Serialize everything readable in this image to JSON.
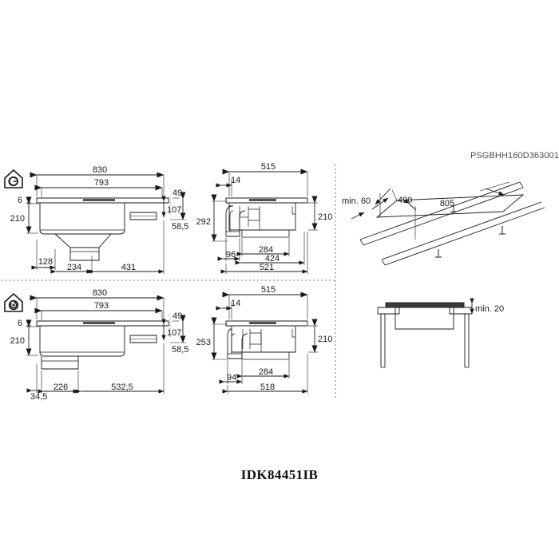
{
  "document": {
    "code": "PSGBHH160D363001",
    "model": "IDK84451IB"
  },
  "views": {
    "top_left": {
      "name": "front-section-ducted",
      "icon": "house-duct-out-icon",
      "dims": {
        "overall_width": "830",
        "cutout_width": "793",
        "glass_thickness": "6",
        "body_height": "210",
        "flange_drop": "49",
        "total_drop": "58,5",
        "left_offset": "128",
        "chute_width": "234",
        "right_span": "431"
      }
    },
    "top_middle": {
      "name": "side-section-ducted",
      "dims": {
        "overall_depth": "515",
        "front_offset": "14",
        "total_height": "292",
        "body_height": "210",
        "duct_height": "107",
        "duct_width": "96",
        "inner_depth": "284",
        "mid_depth": "424",
        "base_depth": "521"
      }
    },
    "top_right": {
      "name": "worktop-cutout-perspective",
      "dims": {
        "min_rear": "min. 60",
        "cutout_depth": "490",
        "cutout_width": "805"
      }
    },
    "bottom_left": {
      "name": "front-section-recirculation",
      "icon": "house-recirculation-icon",
      "dims": {
        "overall_width": "830",
        "cutout_width": "793",
        "glass_thickness": "6",
        "body_height": "210",
        "flange_drop": "49",
        "total_drop": "58,5",
        "left_offset": "34,5",
        "chute_width": "226",
        "right_span": "532,5"
      }
    },
    "bottom_middle": {
      "name": "side-section-recirculation",
      "dims": {
        "overall_depth": "515",
        "front_offset": "14",
        "total_height": "253",
        "body_height": "210",
        "duct_width": "94",
        "inner_depth": "284",
        "base_depth": "518"
      }
    },
    "bottom_right": {
      "name": "worktop-clearance-detail",
      "dims": {
        "min_clearance": "min. 20"
      }
    }
  },
  "colors": {
    "line": "#1a1a1a",
    "fill_dark": "#3a3a3a",
    "background": "#ffffff"
  }
}
